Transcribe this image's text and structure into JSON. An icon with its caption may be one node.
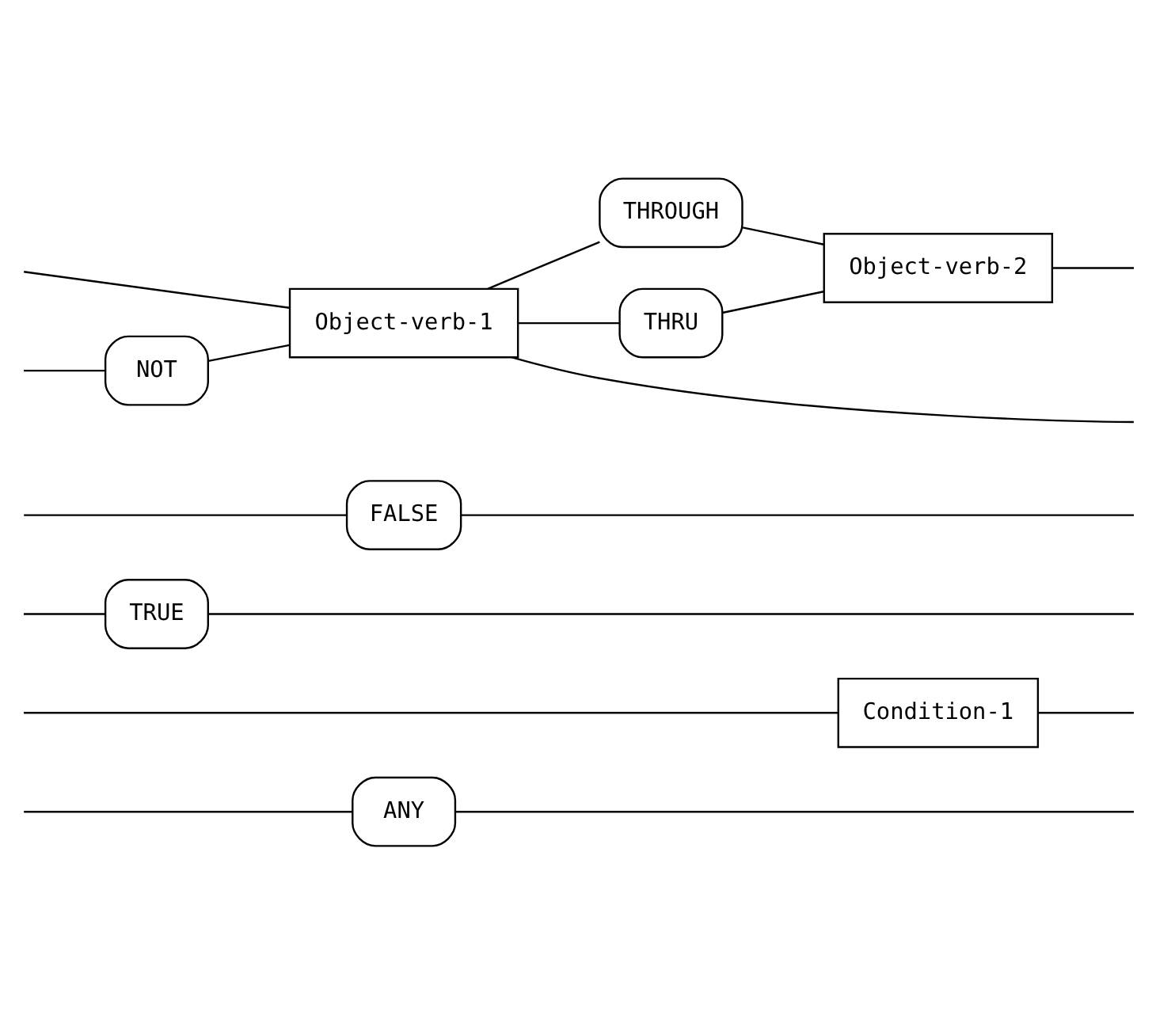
{
  "diagram": {
    "nodes": [
      {
        "text": [
          "ANY"
        ]
      },
      {
        "text": [
          "Condition-1"
        ]
      },
      {
        "text": [
          "TRUE"
        ]
      },
      {
        "text": [
          "FALSE"
        ]
      },
      {
        "text": [
          "NOT"
        ]
      },
      {
        "text": [
          "Object-verb-1"
        ]
      },
      {
        "text": [
          "THROUGH"
        ]
      },
      {
        "text": [
          "THRU"
        ]
      },
      {
        "text": [
          "Object-verb-2"
        ]
      }
    ],
    "edges": [
      {
        "from": null,
        "to": 0,
        "arrow": "none"
      },
      {
        "from": 0,
        "to": null,
        "arrow": "none"
      },
      {
        "from": null,
        "to": 1,
        "arrow": "none"
      },
      {
        "from": 1,
        "to": null,
        "arrow": "none"
      },
      {
        "from": null,
        "to": 2,
        "arrow": "none"
      },
      {
        "from": 2,
        "to": null,
        "arrow": "none"
      },
      {
        "from": null,
        "to": 3,
        "arrow": "none"
      },
      {
        "from": 3,
        "to": null,
        "arrow": "none"
      },
      {
        "from": null,
        "to": 5,
        "arrow": "none"
      },
      {
        "from": null,
        "to": 4,
        "arrow": "none"
      },
      {
        "from": 4,
        "to": 5,
        "arrow": "none"
      },
      {
        "from": 5,
        "to": null,
        "arrow": "none"
      },
      {
        "from": 5,
        "to": 6,
        "arrow": "none"
      },
      {
        "from": 5,
        "to": 7,
        "arrow": "none"
      },
      {
        "from": 6,
        "to": 8,
        "arrow": "none"
      },
      {
        "from": 7,
        "to": 8,
        "arrow": "none"
      },
      {
        "from": 8,
        "to": null,
        "arrow": "none"
      }
    ]
  }
}
